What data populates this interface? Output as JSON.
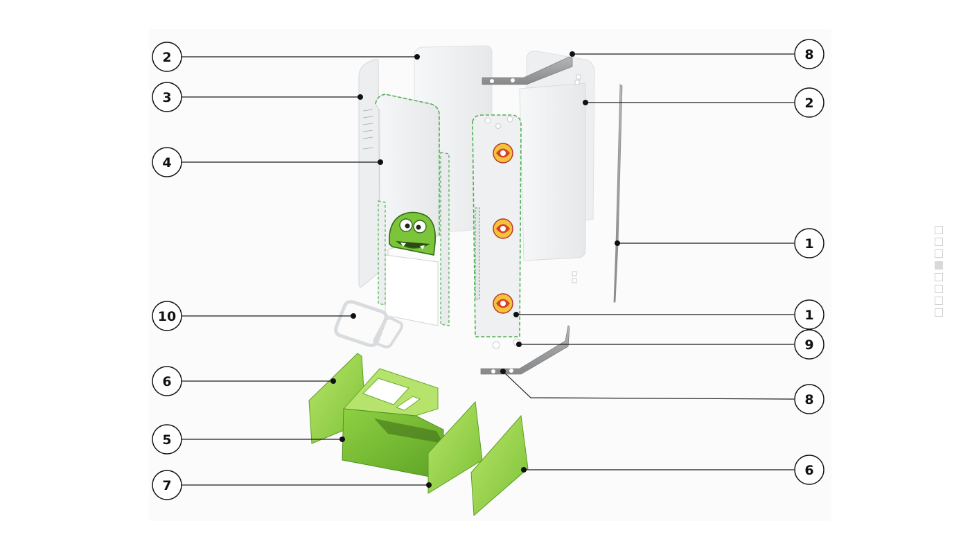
{
  "diagram": {
    "callouts": [
      {
        "id": "c-left-2",
        "label": "2"
      },
      {
        "id": "c-left-3",
        "label": "3"
      },
      {
        "id": "c-left-4",
        "label": "4"
      },
      {
        "id": "c-left-10",
        "label": "10"
      },
      {
        "id": "c-left-6",
        "label": "6"
      },
      {
        "id": "c-left-5",
        "label": "5"
      },
      {
        "id": "c-left-7",
        "label": "7"
      },
      {
        "id": "c-right-8a",
        "label": "8"
      },
      {
        "id": "c-right-2",
        "label": "2"
      },
      {
        "id": "c-right-1a",
        "label": "1"
      },
      {
        "id": "c-right-1b",
        "label": "1"
      },
      {
        "id": "c-right-9",
        "label": "9"
      },
      {
        "id": "c-right-8b",
        "label": "8"
      },
      {
        "id": "c-right-6",
        "label": "6"
      }
    ]
  },
  "pager": {
    "active_index": 3,
    "count": 8
  },
  "colors": {
    "panel": "#eef0f1",
    "green_light": "#a8dc57",
    "green_dark": "#6fb42c",
    "metal": "#9a9c9e",
    "candy_red": "#d9402b",
    "candy_yellow": "#f4c33a"
  }
}
